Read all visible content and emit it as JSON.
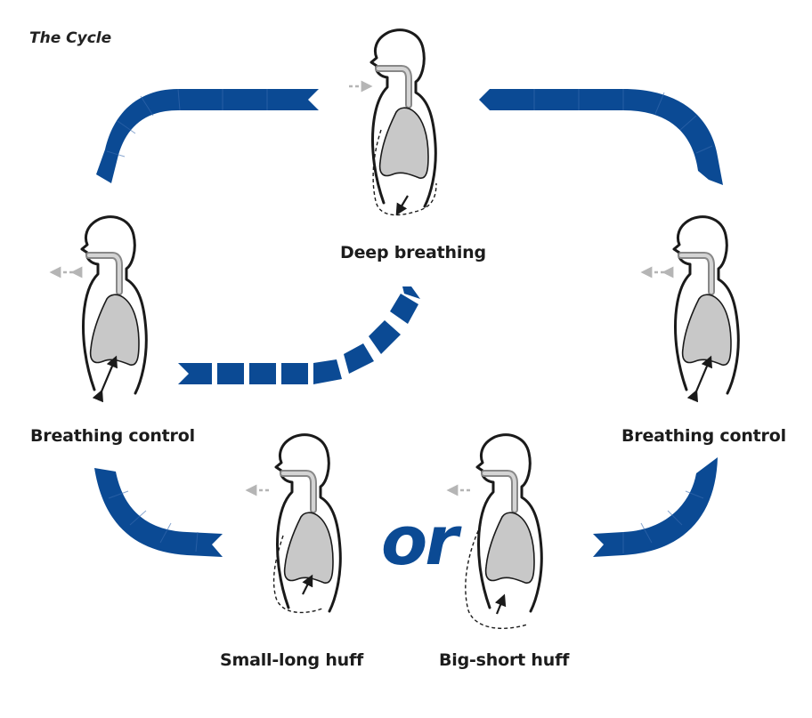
{
  "title": "The Cycle",
  "connector": "or",
  "stages": {
    "deep_breathing": "Deep breathing",
    "breathing_control_left": "Breathing control",
    "breathing_control_right": "Breathing control",
    "small_long_huff": "Small-long huff",
    "big_short_huff": "Big-short huff"
  },
  "colors": {
    "arrow_blue": "#0b4a94",
    "lung_gray": "#c8c8c8",
    "airflow_gray": "#b5b5b5"
  }
}
